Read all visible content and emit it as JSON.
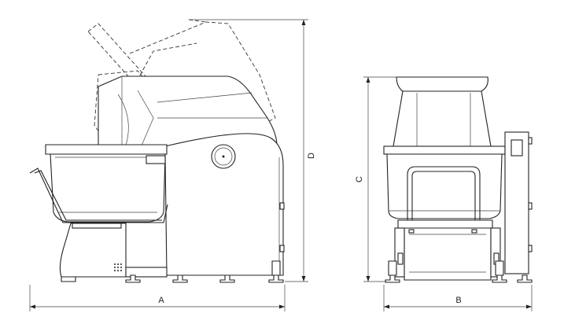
{
  "dimensions": {
    "width_side": "A",
    "width_front": "B",
    "height_front": "C",
    "height_open": "D"
  }
}
